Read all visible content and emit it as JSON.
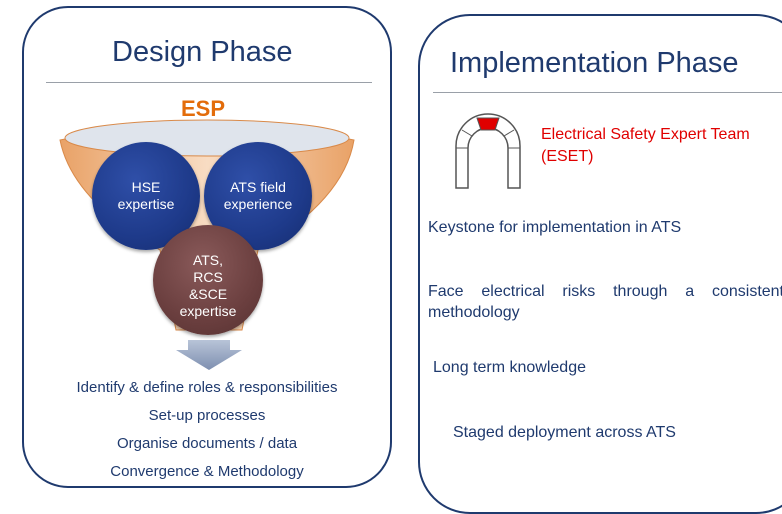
{
  "design": {
    "title": "Design Phase",
    "esp_label": "ESP",
    "circles": {
      "hse": "HSE\nexpertise",
      "ats_field": "ATS field\nexperience",
      "ats_rcs": "ATS,\nRCS\n&SCE\nexpertise"
    },
    "items": [
      "Identify & define roles & responsibilities",
      "Set-up processes",
      "Organise documents / data",
      "Convergence & Methodology"
    ]
  },
  "implementation": {
    "title": "Implementation Phase",
    "eset_label": "Electrical Safety Expert Team (ESET)",
    "items": [
      "Keystone for implementation in ATS",
      "Face electrical risks through a consistent methodology",
      "Long term knowledge",
      "Staged deployment across ATS"
    ]
  },
  "colors": {
    "title_blue": "#1f3a6e",
    "esp_orange": "#e36c0a",
    "eset_red": "#e00000",
    "circle_blue": "#1e3a8a",
    "circle_brown": "#6b3f3f"
  }
}
